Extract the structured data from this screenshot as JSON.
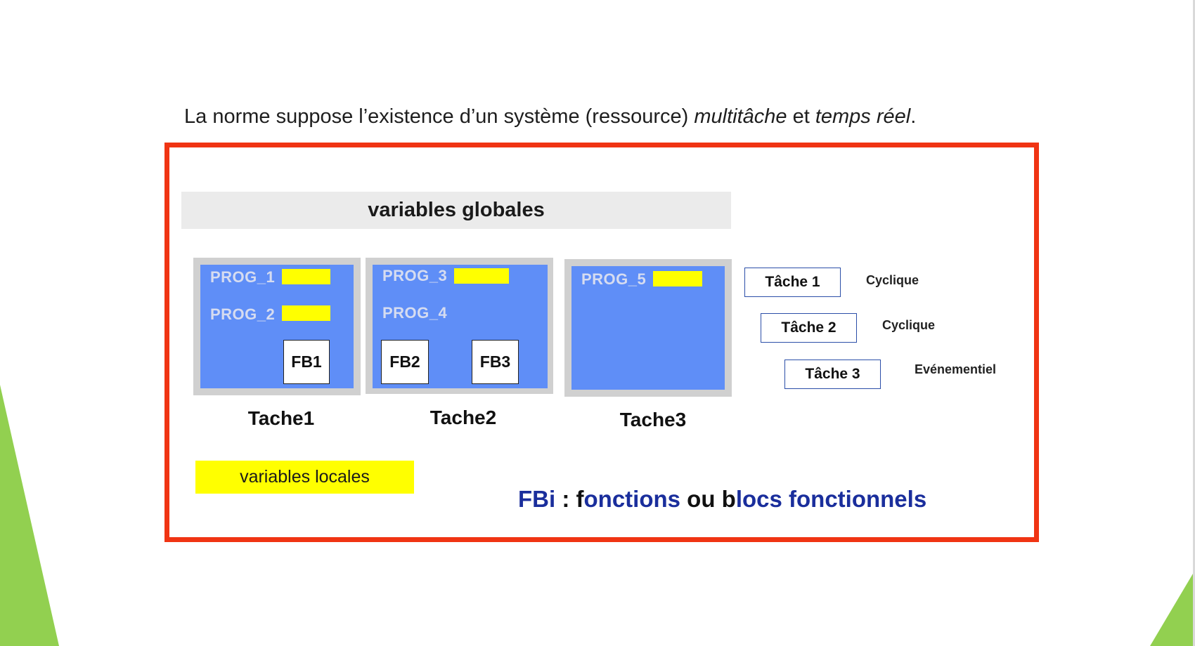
{
  "intro": {
    "text_before": "La norme suppose l’existence d’un système (ressource) ",
    "italic_1": "multitâche",
    "text_middle": " et ",
    "italic_2": "temps réel",
    "text_after": "."
  },
  "diagram": {
    "globals_label": "variables globales",
    "resources": [
      {
        "name": "Tache1",
        "programs": [
          "PROG_1",
          "PROG_2"
        ],
        "function_blocks": [
          "FB1"
        ]
      },
      {
        "name": "Tache2",
        "programs": [
          "PROG_3",
          "PROG_4"
        ],
        "function_blocks": [
          "FB2",
          "FB3"
        ]
      },
      {
        "name": "Tache3",
        "programs": [
          "PROG_5"
        ],
        "function_blocks": []
      }
    ],
    "tasks": [
      {
        "label": "Tâche 1",
        "type": "Cyclique"
      },
      {
        "label": "Tâche 2",
        "type": "Cyclique"
      },
      {
        "label": "Tâche 3",
        "type": "Evénementiel"
      }
    ],
    "legend_local": "variables locales",
    "fbi_legend": {
      "p1": "FBi",
      "p2": " : ",
      "p3": "f",
      "p4": "onctions",
      "p5": " ou b",
      "p6": "locs fonctionnels"
    }
  },
  "colors": {
    "frame": "#f03413",
    "task_fill": "#5f8ef7",
    "local_var": "#ffff00",
    "deco_green": "#92d050",
    "legend_blue": "#1a2e9c"
  }
}
